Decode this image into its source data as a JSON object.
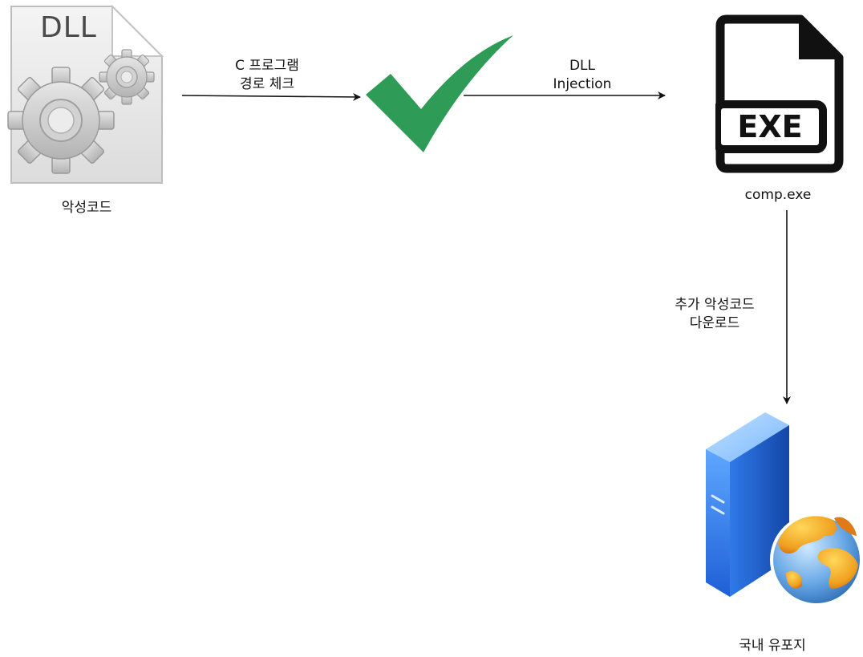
{
  "nodes": {
    "malware": {
      "icon_text": "DLL",
      "label": "악성코드",
      "icon": "dll-file-gear-icon"
    },
    "check": {
      "icon": "green-check-icon",
      "color": "#2e9b57"
    },
    "comp_exe": {
      "icon_text": "EXE",
      "label": "comp.exe",
      "icon": "exe-file-icon"
    },
    "server": {
      "label": "국내 유포지",
      "icon": "web-server-globe-icon"
    }
  },
  "edges": {
    "path_check": {
      "line1": "C 프로그램",
      "line2": "경로 체크"
    },
    "dll_injection": {
      "line1": "DLL",
      "line2": "Injection"
    },
    "download": {
      "line1": "추가 악성코드",
      "line2": "다운로드"
    }
  }
}
